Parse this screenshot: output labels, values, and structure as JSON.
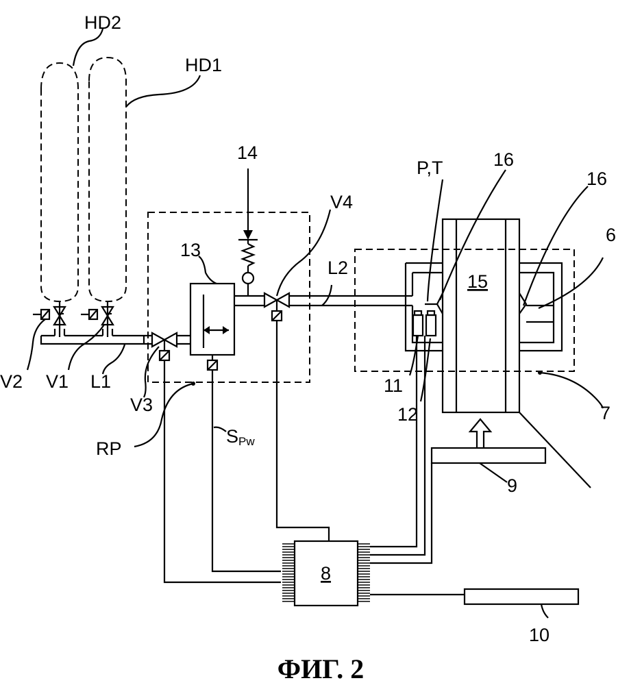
{
  "labels": {
    "hd2": "HD2",
    "hd1": "HD1",
    "v2": "V2",
    "v1": "V1",
    "l1": "L1",
    "v3": "V3",
    "rp": "RP",
    "ref13": "13",
    "ref14": "14",
    "v4": "V4",
    "l2": "L2",
    "spw_main": "S",
    "spw_sub": "Pw",
    "pt": "P,T",
    "ref16a": "16",
    "ref16b": "16",
    "ref6": "6",
    "ref15": "15",
    "ref11": "11",
    "ref12": "12",
    "ref7": "7",
    "ref9": "9",
    "ref8": "8",
    "ref10": "10"
  },
  "caption": "ФИГ. 2"
}
